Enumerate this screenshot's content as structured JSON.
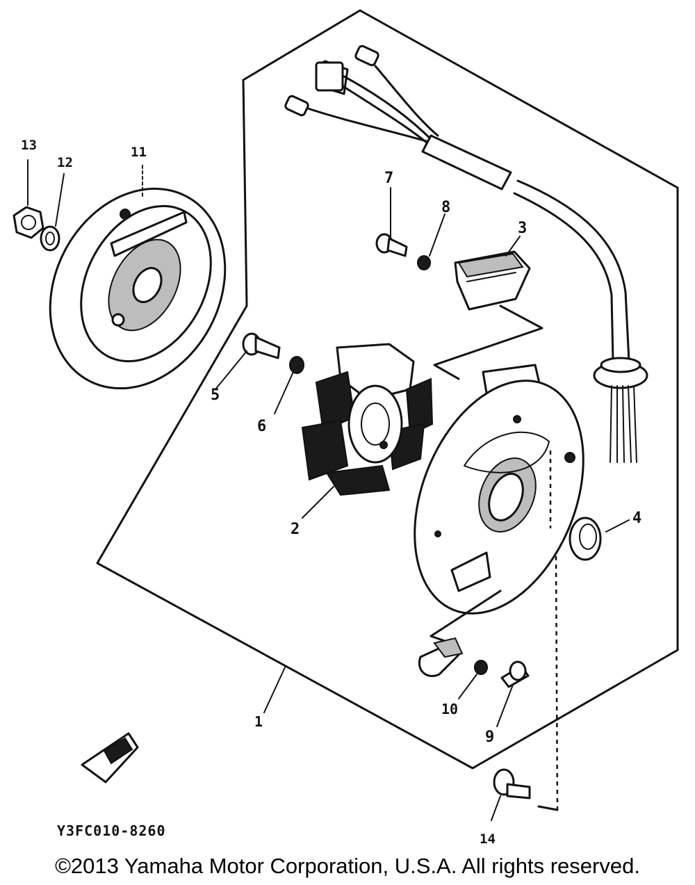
{
  "diagram": {
    "callouts": [
      {
        "id": "1",
        "label": "1"
      },
      {
        "id": "2",
        "label": "2"
      },
      {
        "id": "3",
        "label": "3"
      },
      {
        "id": "4",
        "label": "4"
      },
      {
        "id": "5",
        "label": "5"
      },
      {
        "id": "6",
        "label": "6"
      },
      {
        "id": "7",
        "label": "7"
      },
      {
        "id": "8",
        "label": "8"
      },
      {
        "id": "9",
        "label": "9"
      },
      {
        "id": "10",
        "label": "10"
      },
      {
        "id": "11",
        "label": "11"
      },
      {
        "id": "12",
        "label": "12"
      },
      {
        "id": "13",
        "label": "13"
      },
      {
        "id": "14",
        "label": "14"
      }
    ],
    "drawing_code": "Y3FC010-8260"
  },
  "footer": {
    "copyright": "©2013 Yamaha Motor Corporation, U.S.A. All rights reserved."
  }
}
